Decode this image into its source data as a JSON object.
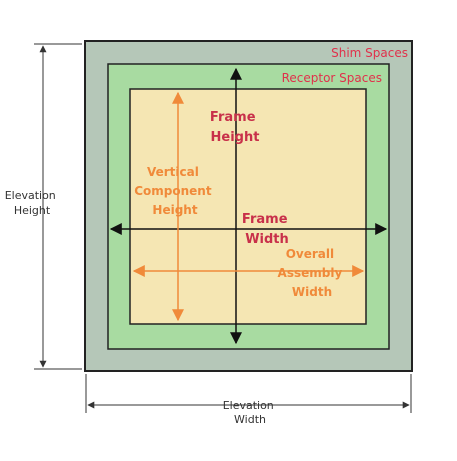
{
  "layers": {
    "shim": {
      "label": "Shim Spaces",
      "color": "#e0314b",
      "fill": "#b5c7b8"
    },
    "receptor": {
      "label": "Receptor Spaces",
      "color": "#e0314b",
      "fill": "#a8dba1"
    },
    "component": {
      "fill": "#f5e6b3"
    }
  },
  "dimensions": {
    "frame_height": {
      "line1": "Frame",
      "line2": "Height",
      "color": "#c8304a"
    },
    "frame_width": {
      "line1": "Frame",
      "line2": "Width",
      "color": "#c8304a"
    },
    "vertical_component_height": {
      "line1": "Vertical",
      "line2": "Component",
      "line3": "Height",
      "color": "#f08a3a"
    },
    "overall_assembly_width": {
      "line1": "Overall",
      "line2": "Assembly",
      "line3": "Width",
      "color": "#f08a3a"
    },
    "elevation_height": {
      "line1": "Elevation",
      "line2": "Height",
      "color": "#333333"
    },
    "elevation_width": {
      "line1": "Elevation",
      "line2": "Width",
      "color": "#333333"
    }
  },
  "colors": {
    "outline": "#222222",
    "dim_line": "#333333"
  }
}
